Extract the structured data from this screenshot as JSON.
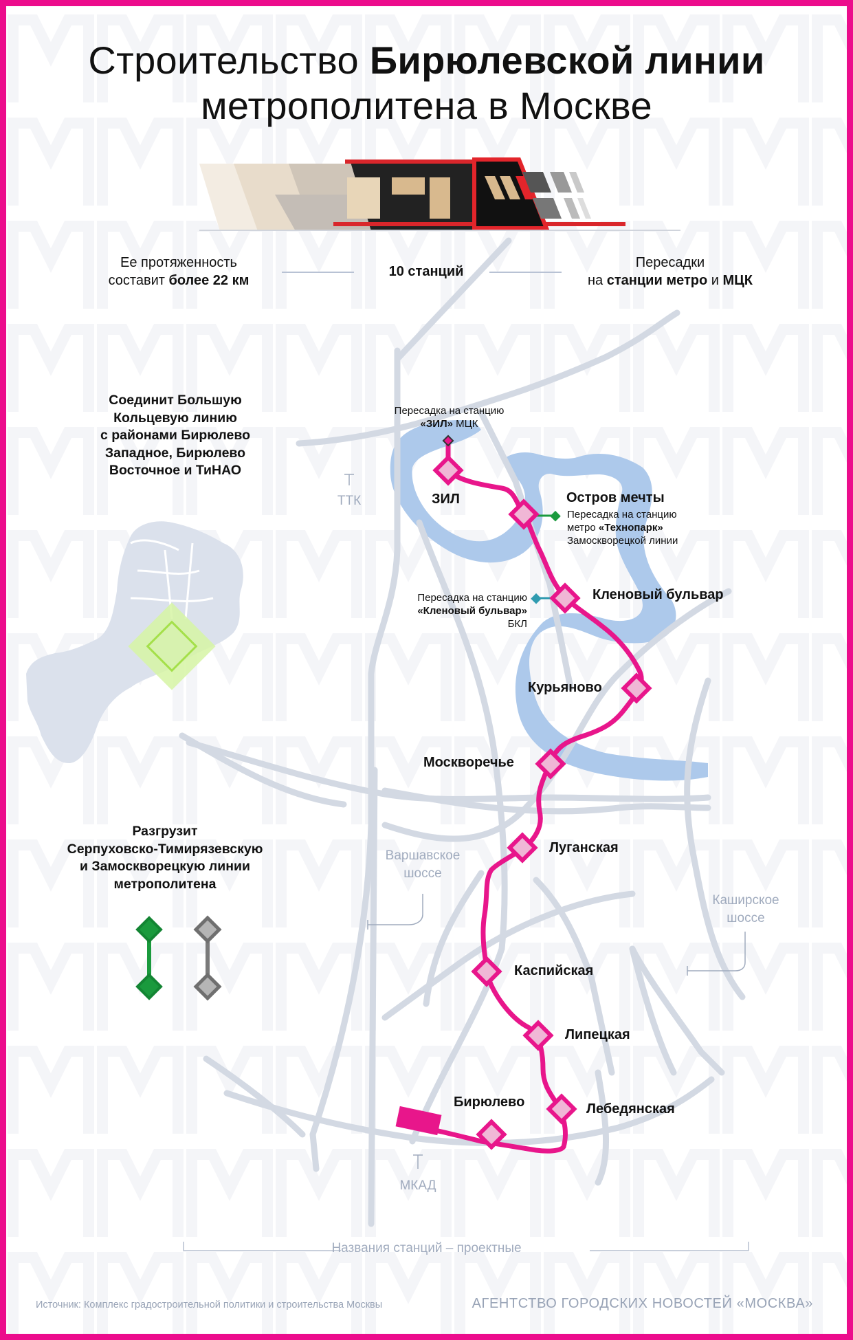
{
  "title": {
    "part1": "Строительство ",
    "bold": "Бирюлевской линии",
    "line2": "метрополитена в Москве"
  },
  "stats": {
    "length_line1": "Ее протяженность",
    "length_prefix": "составит ",
    "length_bold": "более 22 км",
    "stations_bold": "10 станций",
    "transfers_line1": "Пересадки",
    "transfers_prefix": "на ",
    "transfers_bold1": "станции метро",
    "transfers_mid": " и ",
    "transfers_bold2": "МЦК"
  },
  "notes": {
    "connect": [
      "Соединит Большую",
      "Кольцевую линию",
      "с районами Бирюлево",
      "Западное, Бирюлево",
      "Восточное и ТиНАО"
    ],
    "relieve": [
      "Разгрузит",
      "Серпуховско-Тимирязевскую",
      "и Замоскворецкую линии",
      "метрополитена"
    ]
  },
  "stations": [
    {
      "name": "ЗИЛ"
    },
    {
      "name": "Остров мечты"
    },
    {
      "name": "Кленовый бульвар"
    },
    {
      "name": "Курьяново"
    },
    {
      "name": "Москворечье"
    },
    {
      "name": "Луганская"
    },
    {
      "name": "Каспийская"
    },
    {
      "name": "Липецкая"
    },
    {
      "name": "Лебедянская"
    },
    {
      "name": "Бирюлево"
    }
  ],
  "transfers": {
    "zil": {
      "line1": "Пересадка на станцию",
      "bold": "«ЗИЛ»",
      "rest": " МЦК"
    },
    "ostrov": {
      "line1": "Пересадка на станцию",
      "line2_prefix": "метро ",
      "bold": "«Технопарк»",
      "line3": "Замоскворецкой линии"
    },
    "klenovy": {
      "line1": "Пересадка на станцию",
      "bold": "«Кленовый бульвар»",
      "line3": "БКЛ"
    }
  },
  "roads": {
    "ttk": "ТТК",
    "varshavskoe": [
      "Варшавское",
      "шоссе"
    ],
    "kashirskoe": [
      "Каширское",
      "шоссе"
    ],
    "mkad": "МКАД"
  },
  "footer": {
    "names_note": "Названия станций – проектные",
    "source": "Источник: Комплекс градостроительной политики и строительства Москвы",
    "agency": "АГЕНТСТВО ГОРОДСКИХ НОВОСТЕЙ «МОСКВА»"
  },
  "colors": {
    "line": "#e8168b",
    "river": "#a7c5ea",
    "roads": "#d5dbe4",
    "zamoskvoretskaya": "#1a9a3d",
    "bkl": "#2f9bb0",
    "serpukhovskaya": "#7a7a7a"
  }
}
